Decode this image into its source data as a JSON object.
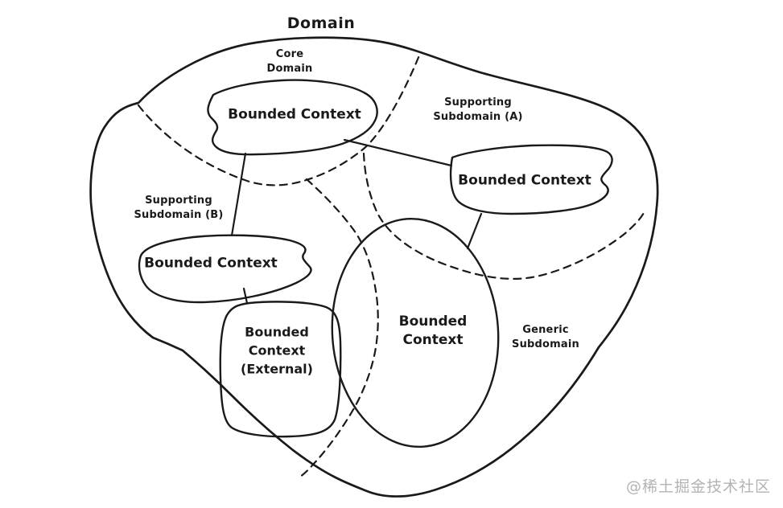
{
  "title": "Domain",
  "regions": {
    "core": {
      "line1": "Core",
      "line2": "Domain"
    },
    "supporting_a": {
      "line1": "Supporting",
      "line2": "Subdomain (A)"
    },
    "supporting_b": {
      "line1": "Supporting",
      "line2": "Subdomain (B)"
    },
    "generic": {
      "line1": "Generic",
      "line2": "Subdomain"
    }
  },
  "bounded_contexts": {
    "core_bc": {
      "label": "Bounded Context"
    },
    "supporting_a_bc": {
      "label": "Bounded Context"
    },
    "supporting_b_bc": {
      "label": "Bounded Context"
    },
    "external_bc": {
      "line1": "Bounded",
      "line2": "Context",
      "line3": "(External)"
    },
    "spanning_bc": {
      "line1": "Bounded",
      "line2": "Context"
    }
  },
  "watermark": "@稀土掘金技术社区",
  "colors": {
    "ink": "#1a1a1a",
    "bg": "#ffffff",
    "wm": "#b3b3b3"
  }
}
